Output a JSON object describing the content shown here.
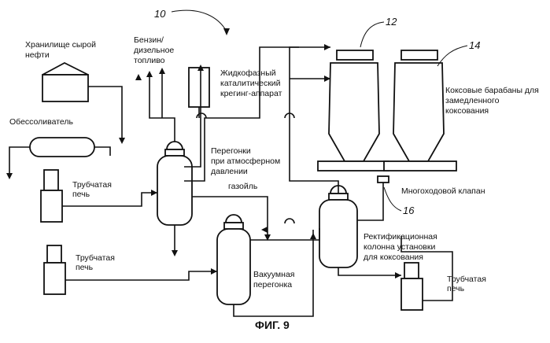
{
  "figure": {
    "caption": "ФИГ. 9",
    "reference_numbers": {
      "system": "10",
      "drum_1": "12",
      "drum_2": "14",
      "valve": "16"
    }
  },
  "labels": {
    "crude_storage": [
      "Хранилище сырой",
      "нефти"
    ],
    "desalter": "Обессоливатель",
    "gasoline_diesel": [
      "Бензин/",
      "дизельное",
      "топливо"
    ],
    "fcc": [
      "Жидкофазный",
      "каталитический",
      "крегинг-аппарат"
    ],
    "coke_drums": [
      "Коксовые барабаны для",
      "замедленного",
      "коксования"
    ],
    "atm_distillation": [
      "Перегонки",
      "при атмосферном",
      "давлении"
    ],
    "gasoil": "газойль",
    "furnace_1": [
      "Трубчатая",
      "печь"
    ],
    "furnace_2": [
      "Трубчатая",
      "печь"
    ],
    "furnace_3": [
      "Трубчатая",
      "печь"
    ],
    "multiport_valve": "Многоходовой клапан",
    "vacuum_distillation": [
      "Вакуумная",
      "перегонка"
    ],
    "coker_fractionator": [
      "Ректификационная",
      "колонна установки",
      "для коксования"
    ]
  },
  "icons": [
    "storage-tank-icon",
    "desalter-drum-icon",
    "furnace-icon",
    "distillation-column-icon",
    "coke-drum-icon",
    "valve-icon",
    "flow-arrow-icon"
  ]
}
